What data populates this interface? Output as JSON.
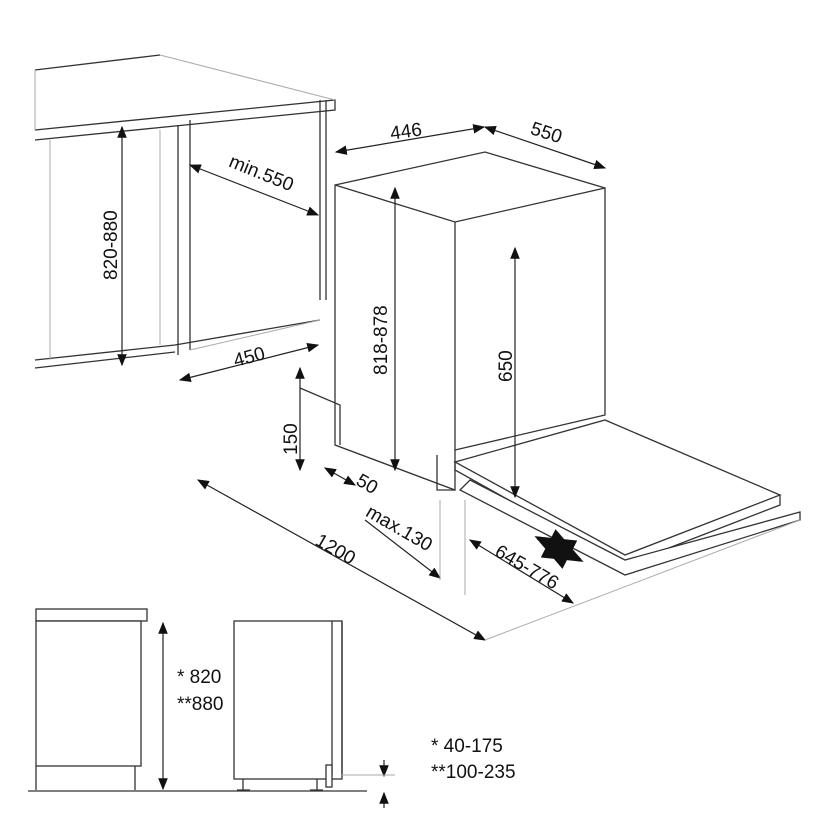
{
  "labels": {
    "width_446": "446",
    "depth_550": "550",
    "niche_depth": "min.550",
    "niche_height": "820-880",
    "niche_width": "450",
    "appliance_height": "818-878",
    "door_height": "650",
    "plinth_height": "150",
    "plinth_depth": "50",
    "total_depth": "1200",
    "door_travel": "max.130",
    "door_slide": "645-776",
    "side_height_1": "* 820",
    "side_height_2": "**880",
    "plinth_range_1": "*   40-175",
    "plinth_range_2": "**100-235"
  },
  "colors": {
    "line": "#333333",
    "background": "#ffffff"
  }
}
